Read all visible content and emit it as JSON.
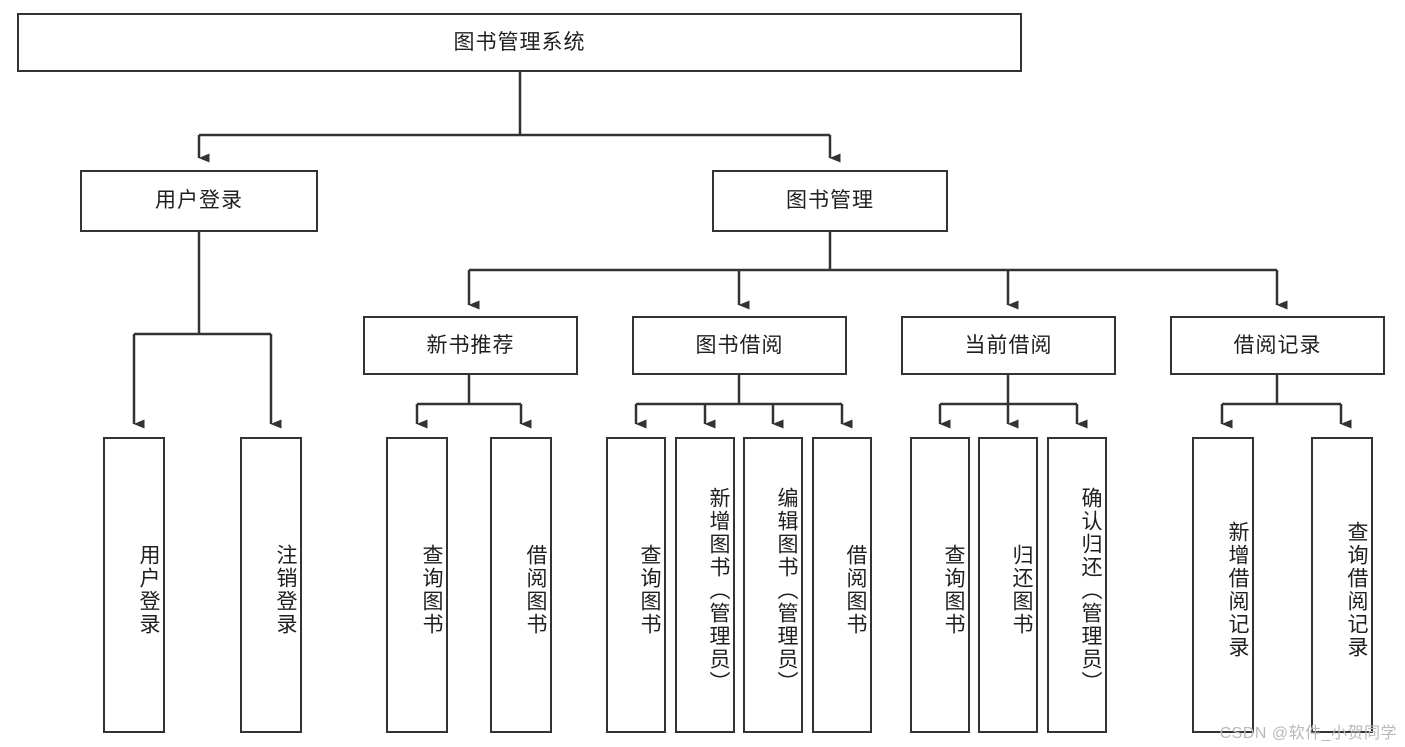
{
  "diagram": {
    "type": "tree-hierarchy",
    "title": "图书管理系统",
    "orientation": "top-down",
    "colors": {
      "box_border": "#333333",
      "box_fill": "#ffffff",
      "connector": "#333333",
      "text": "#1f1f1f",
      "watermark": "#b9b9b9"
    },
    "root": {
      "label": "图书管理系统"
    },
    "level1": [
      {
        "id": "user-login",
        "label": "用户登录"
      },
      {
        "id": "book-manage",
        "label": "图书管理"
      }
    ],
    "level2": [
      {
        "id": "new-book-recommend",
        "label": "新书推荐",
        "parent": "book-manage"
      },
      {
        "id": "book-borrow",
        "label": "图书借阅",
        "parent": "book-manage"
      },
      {
        "id": "current-borrow",
        "label": "当前借阅",
        "parent": "book-manage"
      },
      {
        "id": "borrow-record",
        "label": "借阅记录",
        "parent": "book-manage"
      }
    ],
    "leaves": {
      "user-login": [
        {
          "id": "leaf-user-login",
          "label": "用户登录"
        },
        {
          "id": "leaf-user-logout",
          "label": "注销登录"
        }
      ],
      "new-book-recommend": [
        {
          "id": "leaf-query-book-1",
          "label": "查询图书"
        },
        {
          "id": "leaf-borrow-book-1",
          "label": "借阅图书"
        }
      ],
      "book-borrow": [
        {
          "id": "leaf-query-book-2",
          "label": "查询图书"
        },
        {
          "id": "leaf-add-book",
          "label": "新增图书（管理员）"
        },
        {
          "id": "leaf-edit-book",
          "label": "编辑图书（管理员）"
        },
        {
          "id": "leaf-borrow-book-2",
          "label": "借阅图书"
        }
      ],
      "current-borrow": [
        {
          "id": "leaf-query-book-3",
          "label": "查询图书"
        },
        {
          "id": "leaf-return-book",
          "label": "归还图书"
        },
        {
          "id": "leaf-confirm-return",
          "label": "确认归还（管理员）"
        }
      ],
      "borrow-record": [
        {
          "id": "leaf-add-record",
          "label": "新增借阅记录"
        },
        {
          "id": "leaf-query-record",
          "label": "查询借阅记录"
        }
      ]
    }
  },
  "watermark": {
    "text": "CSDN @软件_小贺同学"
  }
}
